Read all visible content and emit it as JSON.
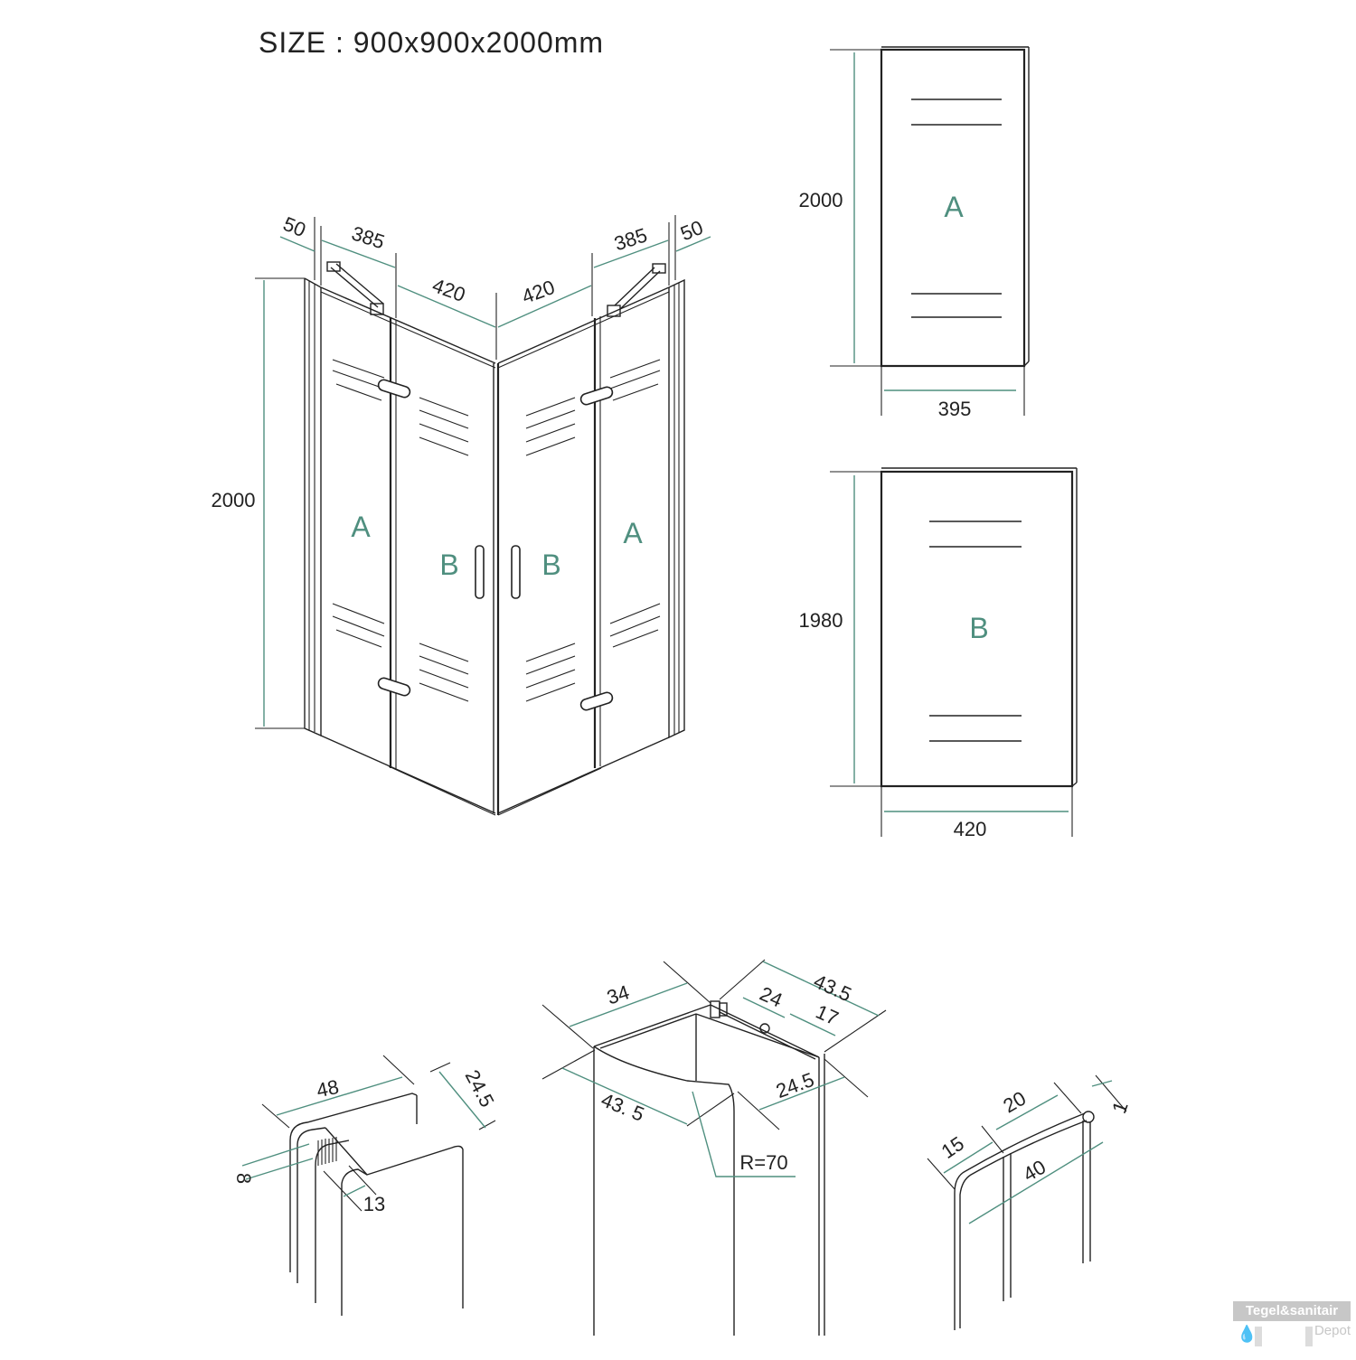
{
  "title": "SIZE : 900x900x2000mm",
  "colors": {
    "line": "#222222",
    "dimension": "#4f8f7f",
    "panel_letter": "#4f8f7f",
    "watermark": "#c7c7c7"
  },
  "enclosure": {
    "height": "2000",
    "top_dims": [
      "50",
      "385",
      "420",
      "420",
      "385",
      "50"
    ],
    "panels": [
      "A",
      "B",
      "B",
      "A"
    ]
  },
  "panel_a": {
    "letter": "A",
    "height": "2000",
    "width": "395"
  },
  "panel_b": {
    "letter": "B",
    "height": "1980",
    "width": "420"
  },
  "profile_left": {
    "dims": [
      "48",
      "24.5",
      "8",
      "13"
    ]
  },
  "profile_center": {
    "dims": [
      "34",
      "43.5",
      "24",
      "17",
      "43. 5",
      "24.5"
    ],
    "radius": "R=70"
  },
  "profile_right": {
    "dims": [
      "15",
      "20",
      "1",
      "40"
    ]
  },
  "watermark": {
    "line1": "Tegel&sanitair",
    "line2": "Depot",
    "icon": "water-drop-icon"
  }
}
